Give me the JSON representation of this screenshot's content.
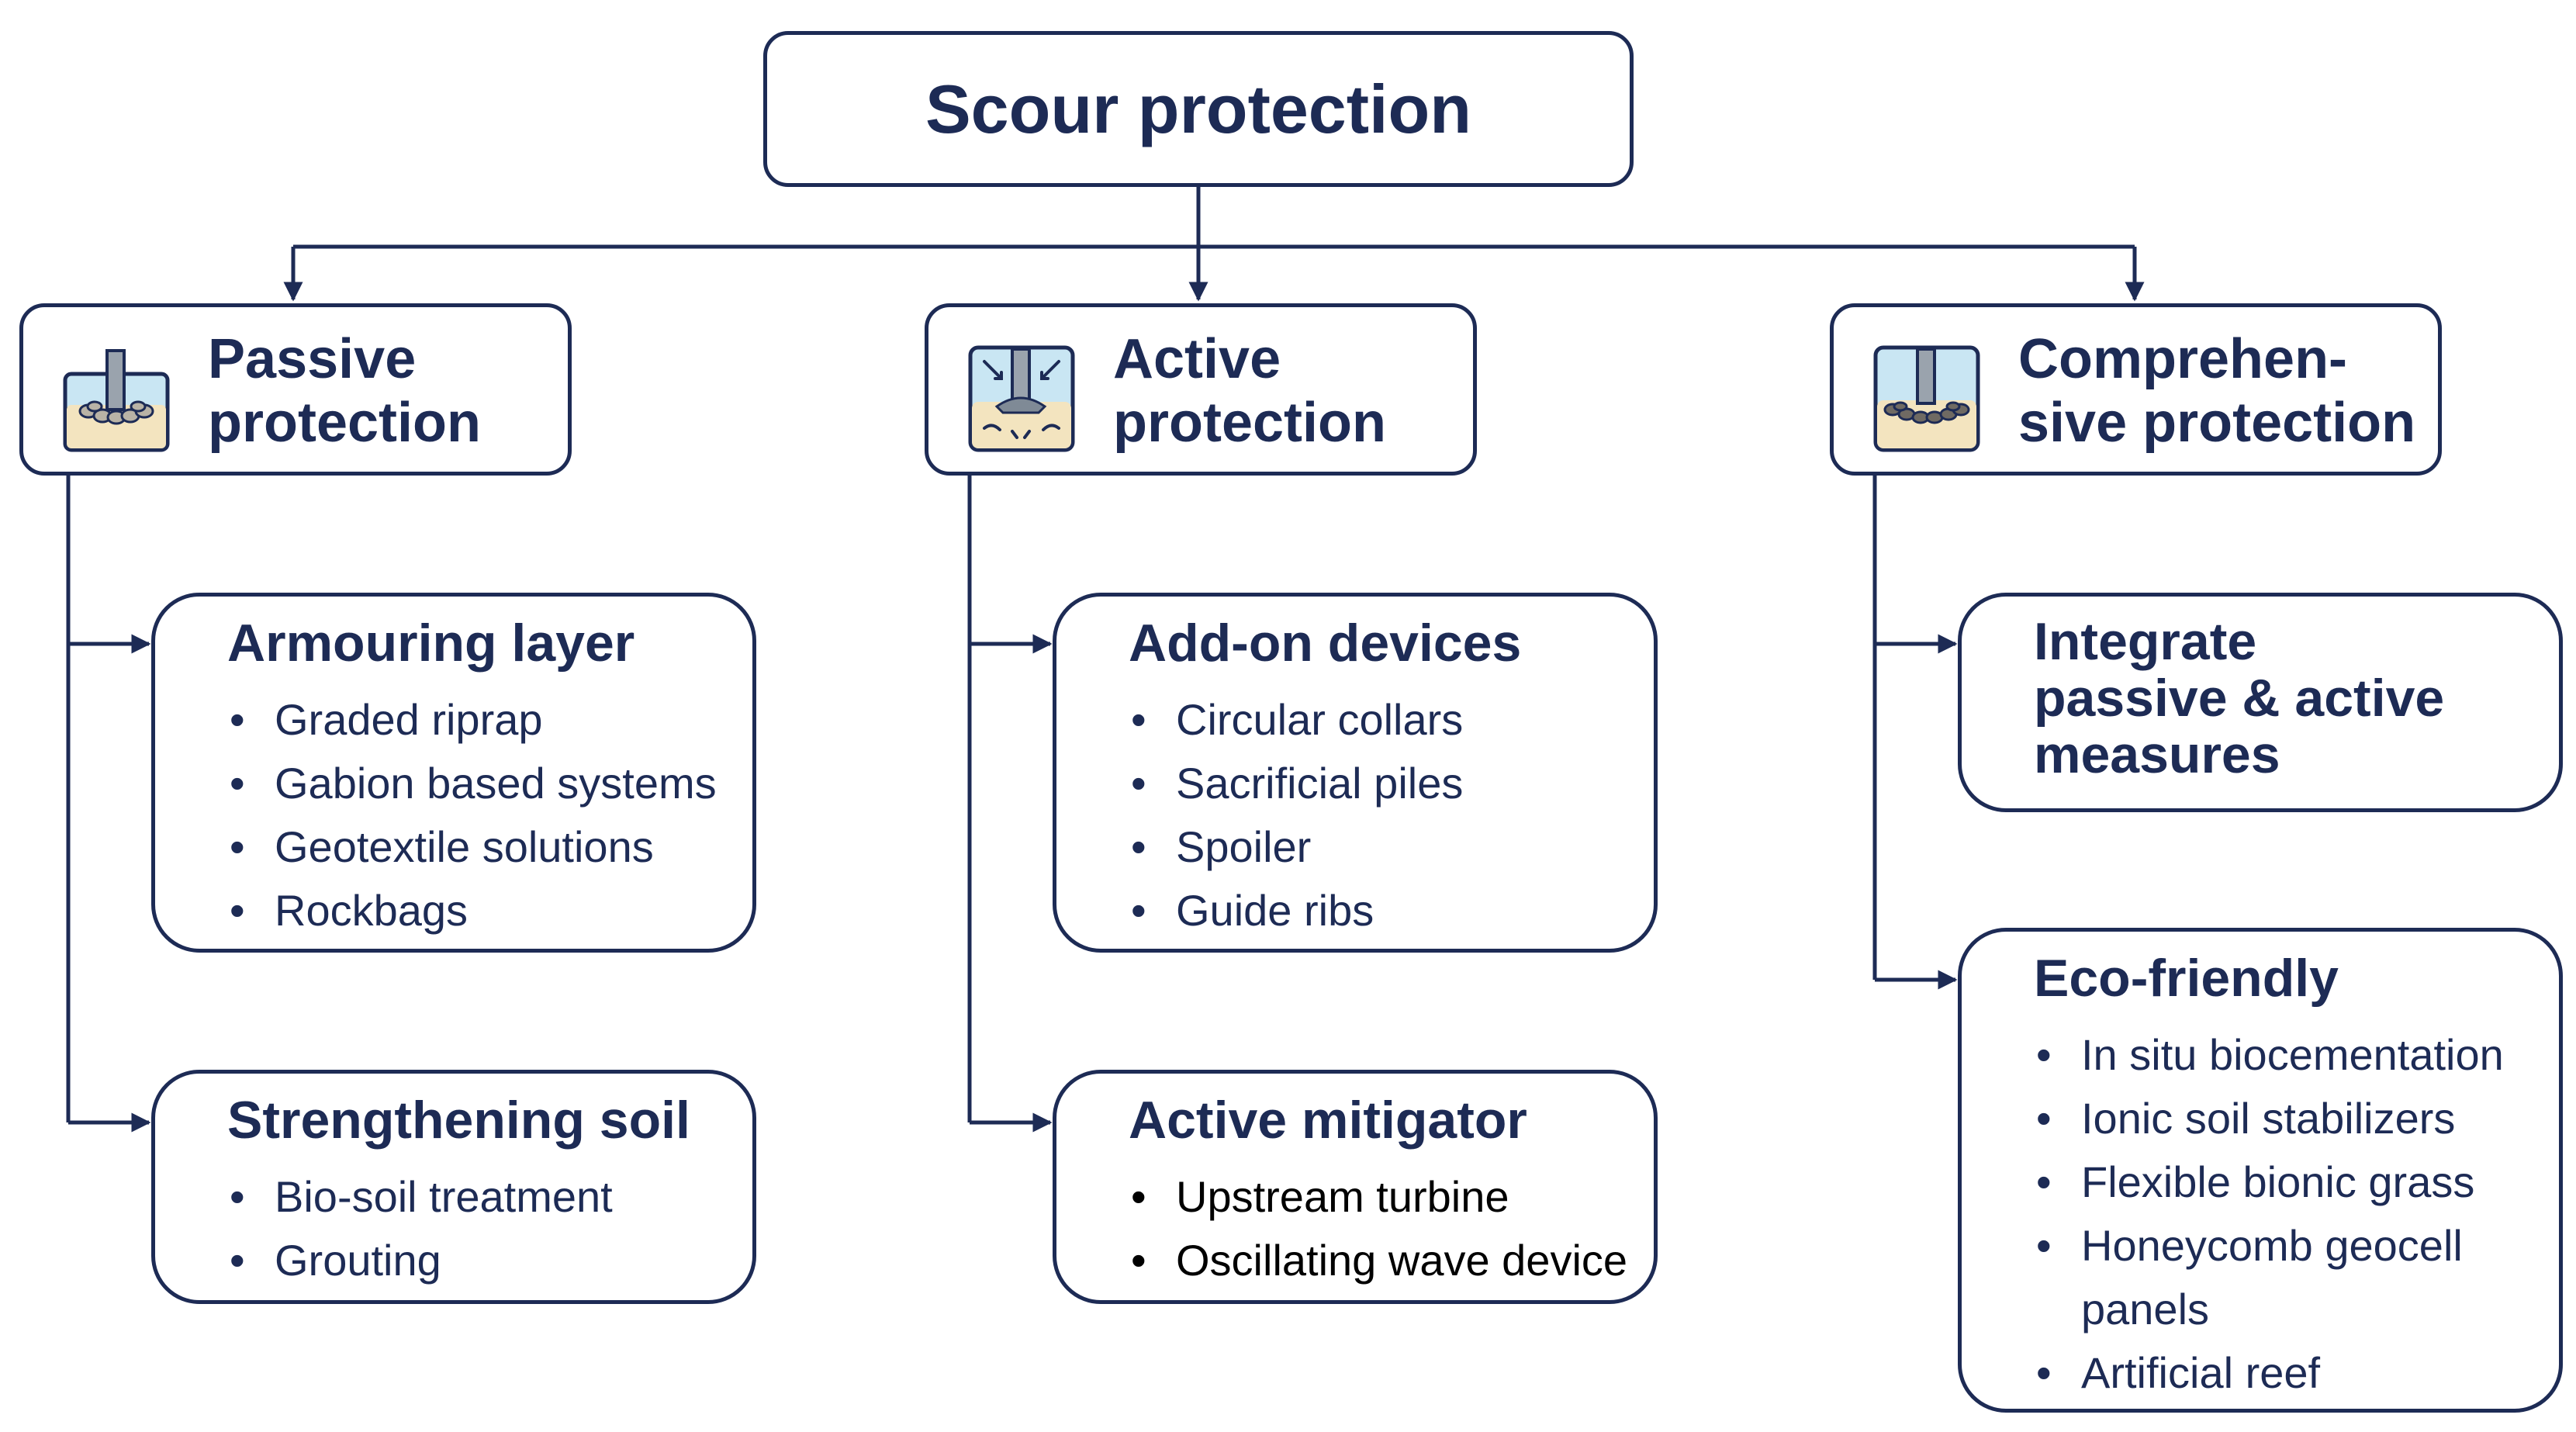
{
  "root": {
    "title": "Scour protection"
  },
  "colors": {
    "primary": "#1d2b55",
    "sand": "#f3e4bf",
    "water": "#c9e6f3",
    "pile": "#9aa3ad"
  },
  "categories": [
    {
      "id": "passive",
      "icon": "pile-with-rock-ring-icon",
      "label": "Passive\nprotection",
      "subs": [
        {
          "title": "Armouring layer",
          "items": [
            "Graded riprap",
            "Gabion based systems",
            "Geotextile solutions",
            "Rockbags"
          ]
        },
        {
          "title": "Strengthening soil",
          "items": [
            "Bio-soil treatment",
            "Grouting"
          ]
        }
      ]
    },
    {
      "id": "active",
      "icon": "pile-with-flow-device-icon",
      "label": "Active\nprotection",
      "subs": [
        {
          "title": "Add-on devices",
          "items": [
            "Circular collars",
            "Sacrificial piles",
            "Spoiler",
            "Guide ribs"
          ]
        },
        {
          "title": "Active mitigator",
          "items": [
            "Upstream turbine",
            "Oscillating wave device"
          ]
        }
      ]
    },
    {
      "id": "comprehensive",
      "icon": "pile-with-mixed-protection-icon",
      "label": "Comprehen-\nsive protection",
      "subs": [
        {
          "title": "Integrate\npassive & active\nmeasures",
          "items": []
        },
        {
          "title": "Eco-friendly",
          "items": [
            "In situ biocementation",
            "Ionic soil stabilizers",
            "Flexible bionic grass",
            "Honeycomb geocell",
            "panels",
            "Artificial reef"
          ]
        }
      ]
    }
  ]
}
